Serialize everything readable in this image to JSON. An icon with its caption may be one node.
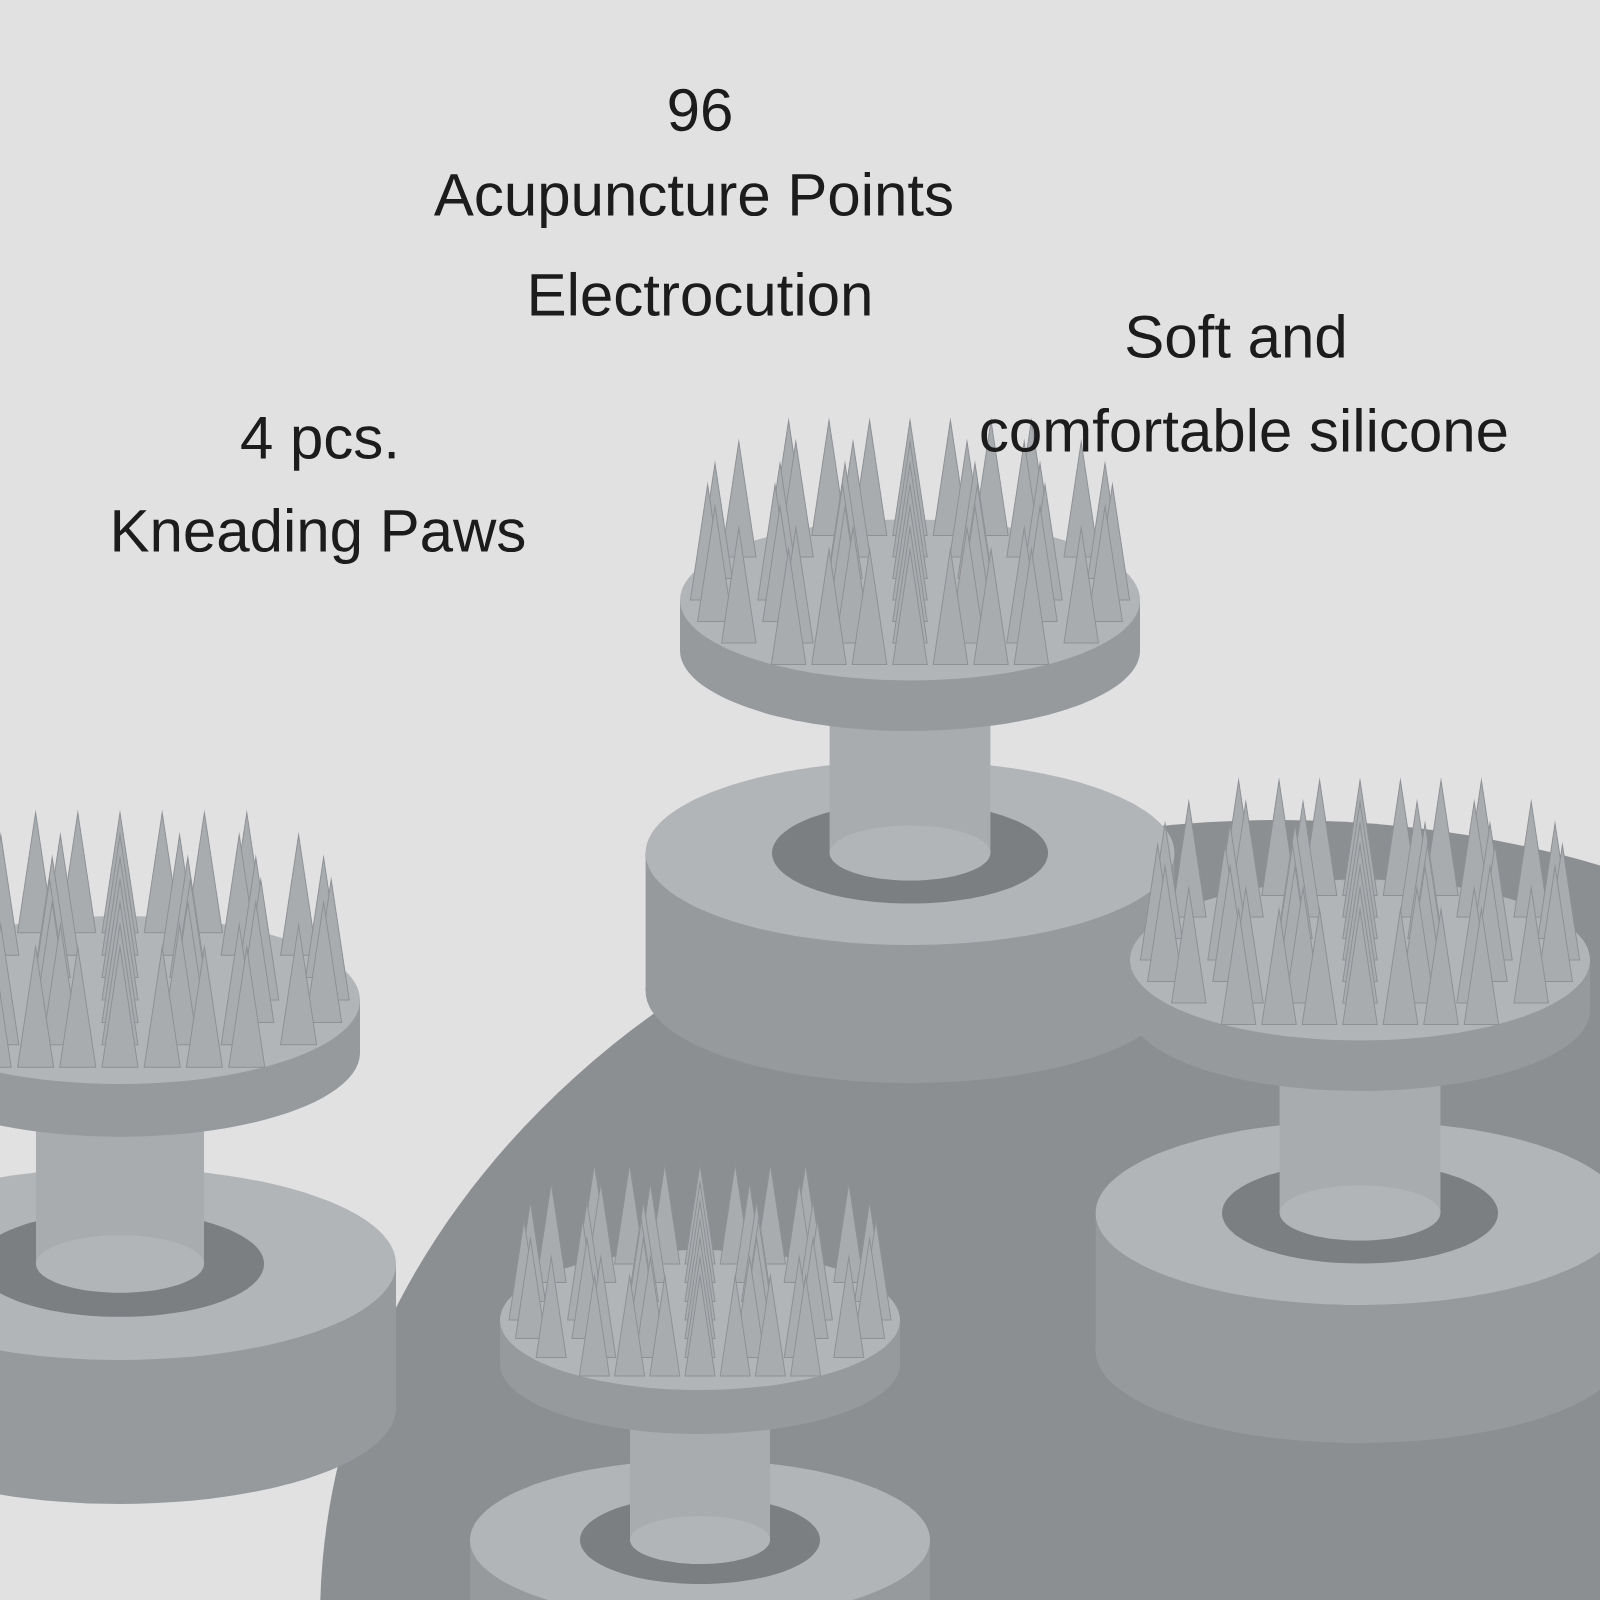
{
  "diagram": {
    "labels": [
      "96",
      "Acupuncture Points",
      "Electrocution",
      "Soft and",
      "comfortable silicone",
      "4 pcs.",
      "Kneading Paws"
    ]
  }
}
